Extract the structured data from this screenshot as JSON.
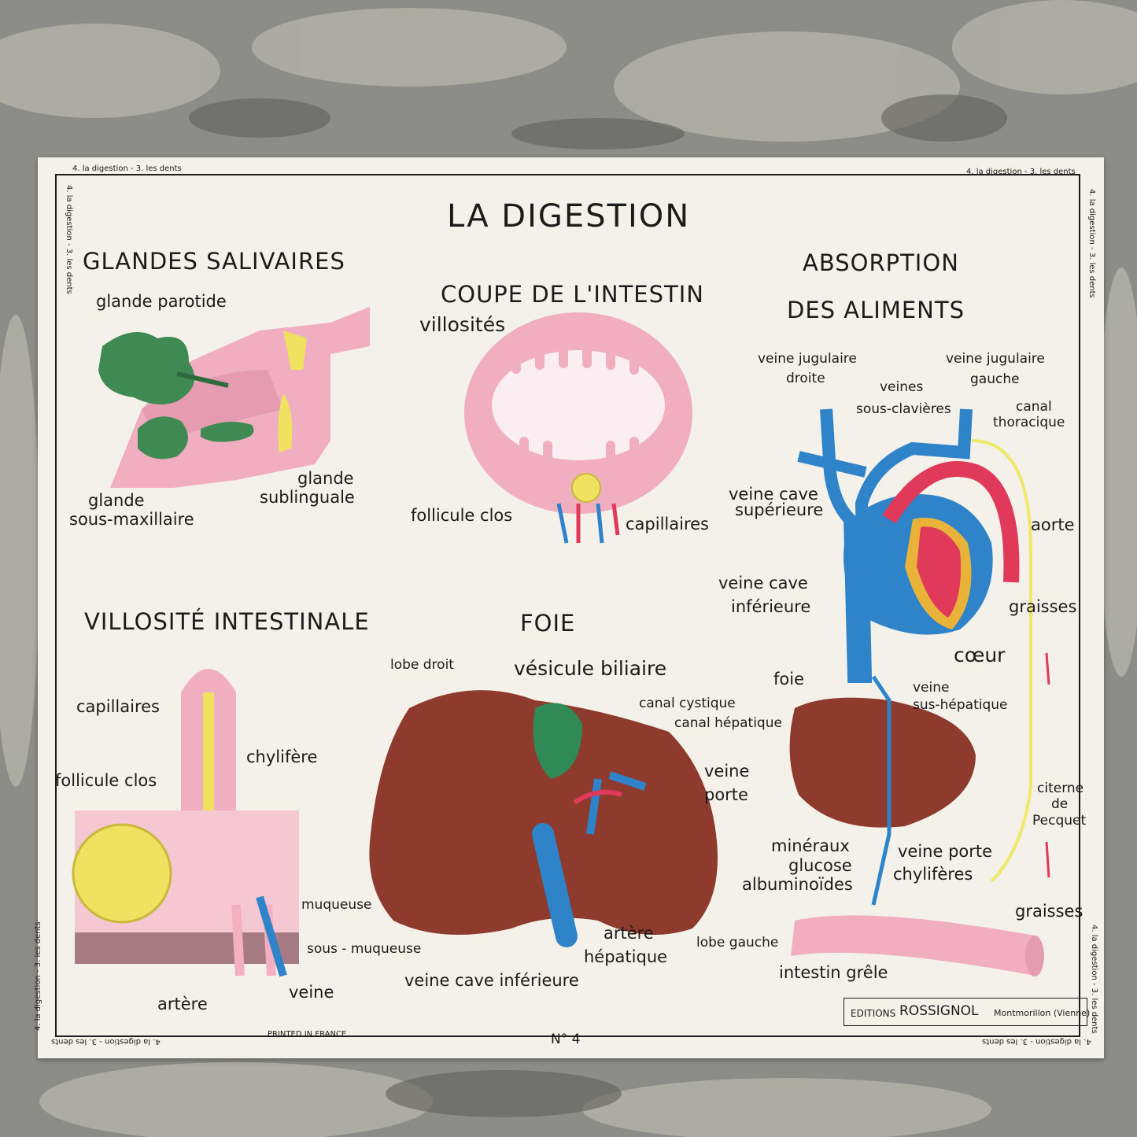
{
  "poster": {
    "title": "LA DIGESTION",
    "number": "N° 4",
    "printed": "PRINTED IN FRANCE",
    "margin_note": "4. la digestion - 3. les dents",
    "publisher": {
      "prefix": "EDITIONS",
      "name": "ROSSIGNOL",
      "place": "Montmorillon (Vienne)"
    }
  },
  "panels": {
    "salivary": {
      "title": "GLANDES SALIVAIRES",
      "labels": {
        "parotide": "glande parotide",
        "sublinguale_1": "glande",
        "sublinguale_2": "sublinguale",
        "sousmax_1": "glande",
        "sousmax_2": "sous-maxillaire"
      }
    },
    "intestine_section": {
      "title": "COUPE DE L'INTESTIN",
      "labels": {
        "villosites": "villosités",
        "follicule": "follicule clos",
        "capillaires": "capillaires"
      }
    },
    "absorption": {
      "title_1": "ABSORPTION",
      "title_2": "DES ALIMENTS",
      "labels": {
        "jug_d_1": "veine jugulaire",
        "jug_d_2": "droite",
        "jug_g_1": "veine jugulaire",
        "jug_g_2": "gauche",
        "sous_clav_1": "veines",
        "sous_clav_2": "sous-clavières",
        "canal_1": "canal",
        "canal_2": "thoracique",
        "vcs_1": "veine cave",
        "vcs_2": "supérieure",
        "aorte": "aorte",
        "vci_1": "veine cave",
        "vci_2": "inférieure",
        "graisses_top": "graisses",
        "coeur": "cœur",
        "foie": "foie",
        "sushep_1": "veine",
        "sushep_2": "sus-hépatique",
        "citerne_1": "citerne",
        "citerne_2": "de",
        "citerne_3": "Pecquet",
        "min_1": "minéraux",
        "min_2": "glucose",
        "min_3": "albuminoïdes",
        "veine_porte": "veine porte",
        "chyliferes": "chylifères",
        "graisses_bottom": "graisses",
        "intestin": "intestin grêle"
      }
    },
    "villus": {
      "title": "VILLOSITÉ INTESTINALE",
      "labels": {
        "capillaires": "capillaires",
        "chylifere": "chylifère",
        "follicule": "follicule clos",
        "muqueuse": "muqueuse",
        "sous_muqueuse": "sous - muqueuse",
        "artere": "artère",
        "veine": "veine"
      }
    },
    "liver": {
      "title": "FOIE",
      "labels": {
        "lobe_droit": "lobe droit",
        "vesicule": "vésicule biliaire",
        "cystique": "canal cystique",
        "hepatique": "canal hépatique",
        "porte_1": "veine",
        "porte_2": "porte",
        "artere_1": "artère",
        "artere_2": "hépatique",
        "lobe_gauche": "lobe gauche",
        "vci": "veine cave inférieure"
      }
    }
  },
  "colors": {
    "vein": "#2f84c9",
    "artery": "#e0395a",
    "liver": "#8e3a2c",
    "gland": "#3f8a52",
    "lymph": "#efe86a",
    "tissue": "#f2b6c4",
    "paper": "#f4f1ea"
  }
}
